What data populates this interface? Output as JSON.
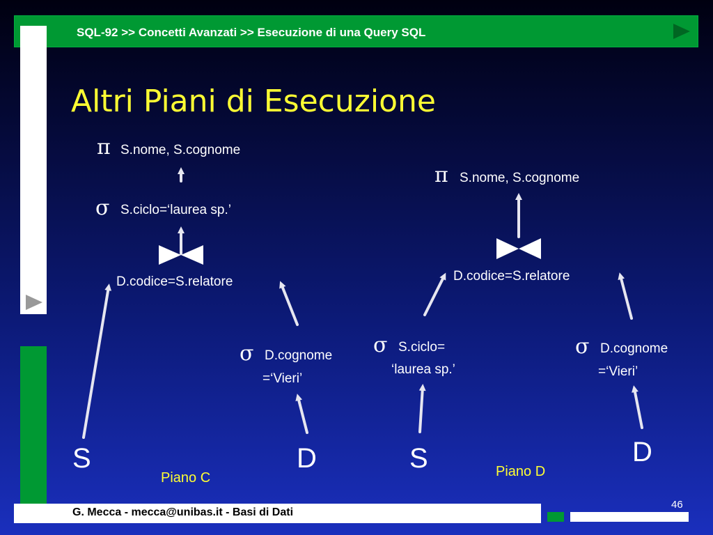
{
  "header": {
    "breadcrumb": "SQL-92 >> Concetti Avanzati >> Esecuzione di una Query SQL",
    "next_icon": "play-triangle-icon"
  },
  "title": "Altri Piani di Esecuzione",
  "plan_c": {
    "projection_symbol": "π",
    "projection_text": "S.nome, S.cognome",
    "selection_symbol": "σ",
    "selection_text": "S.ciclo=‘laurea sp.’",
    "join_condition": "D.codice=S.relatore",
    "right_selection_symbol": "σ",
    "right_selection_line1": "D.cognome",
    "right_selection_line2": "=‘Vieri’",
    "leaf_left": "S",
    "leaf_right": "D",
    "label": "Piano C"
  },
  "plan_d": {
    "projection_symbol": "π",
    "projection_text": "S.nome, S.cognome",
    "join_condition": "D.codice=S.relatore",
    "left_selection_symbol": "σ",
    "left_selection_line1": "S.ciclo=",
    "left_selection_line2": "‘laurea sp.’",
    "right_selection_symbol": "σ",
    "right_selection_line1": "D.cognome",
    "right_selection_line2": "=‘Vieri’",
    "leaf_left": "S",
    "leaf_right": "D",
    "label": "Piano D"
  },
  "footer": {
    "author": "G. Mecca - mecca@unibas.it - Basi di Dati",
    "page_number": "46"
  },
  "colors": {
    "green": "#009933",
    "title_yellow": "#ffff33",
    "arrow": "#e6e6f0",
    "white": "#ffffff"
  }
}
